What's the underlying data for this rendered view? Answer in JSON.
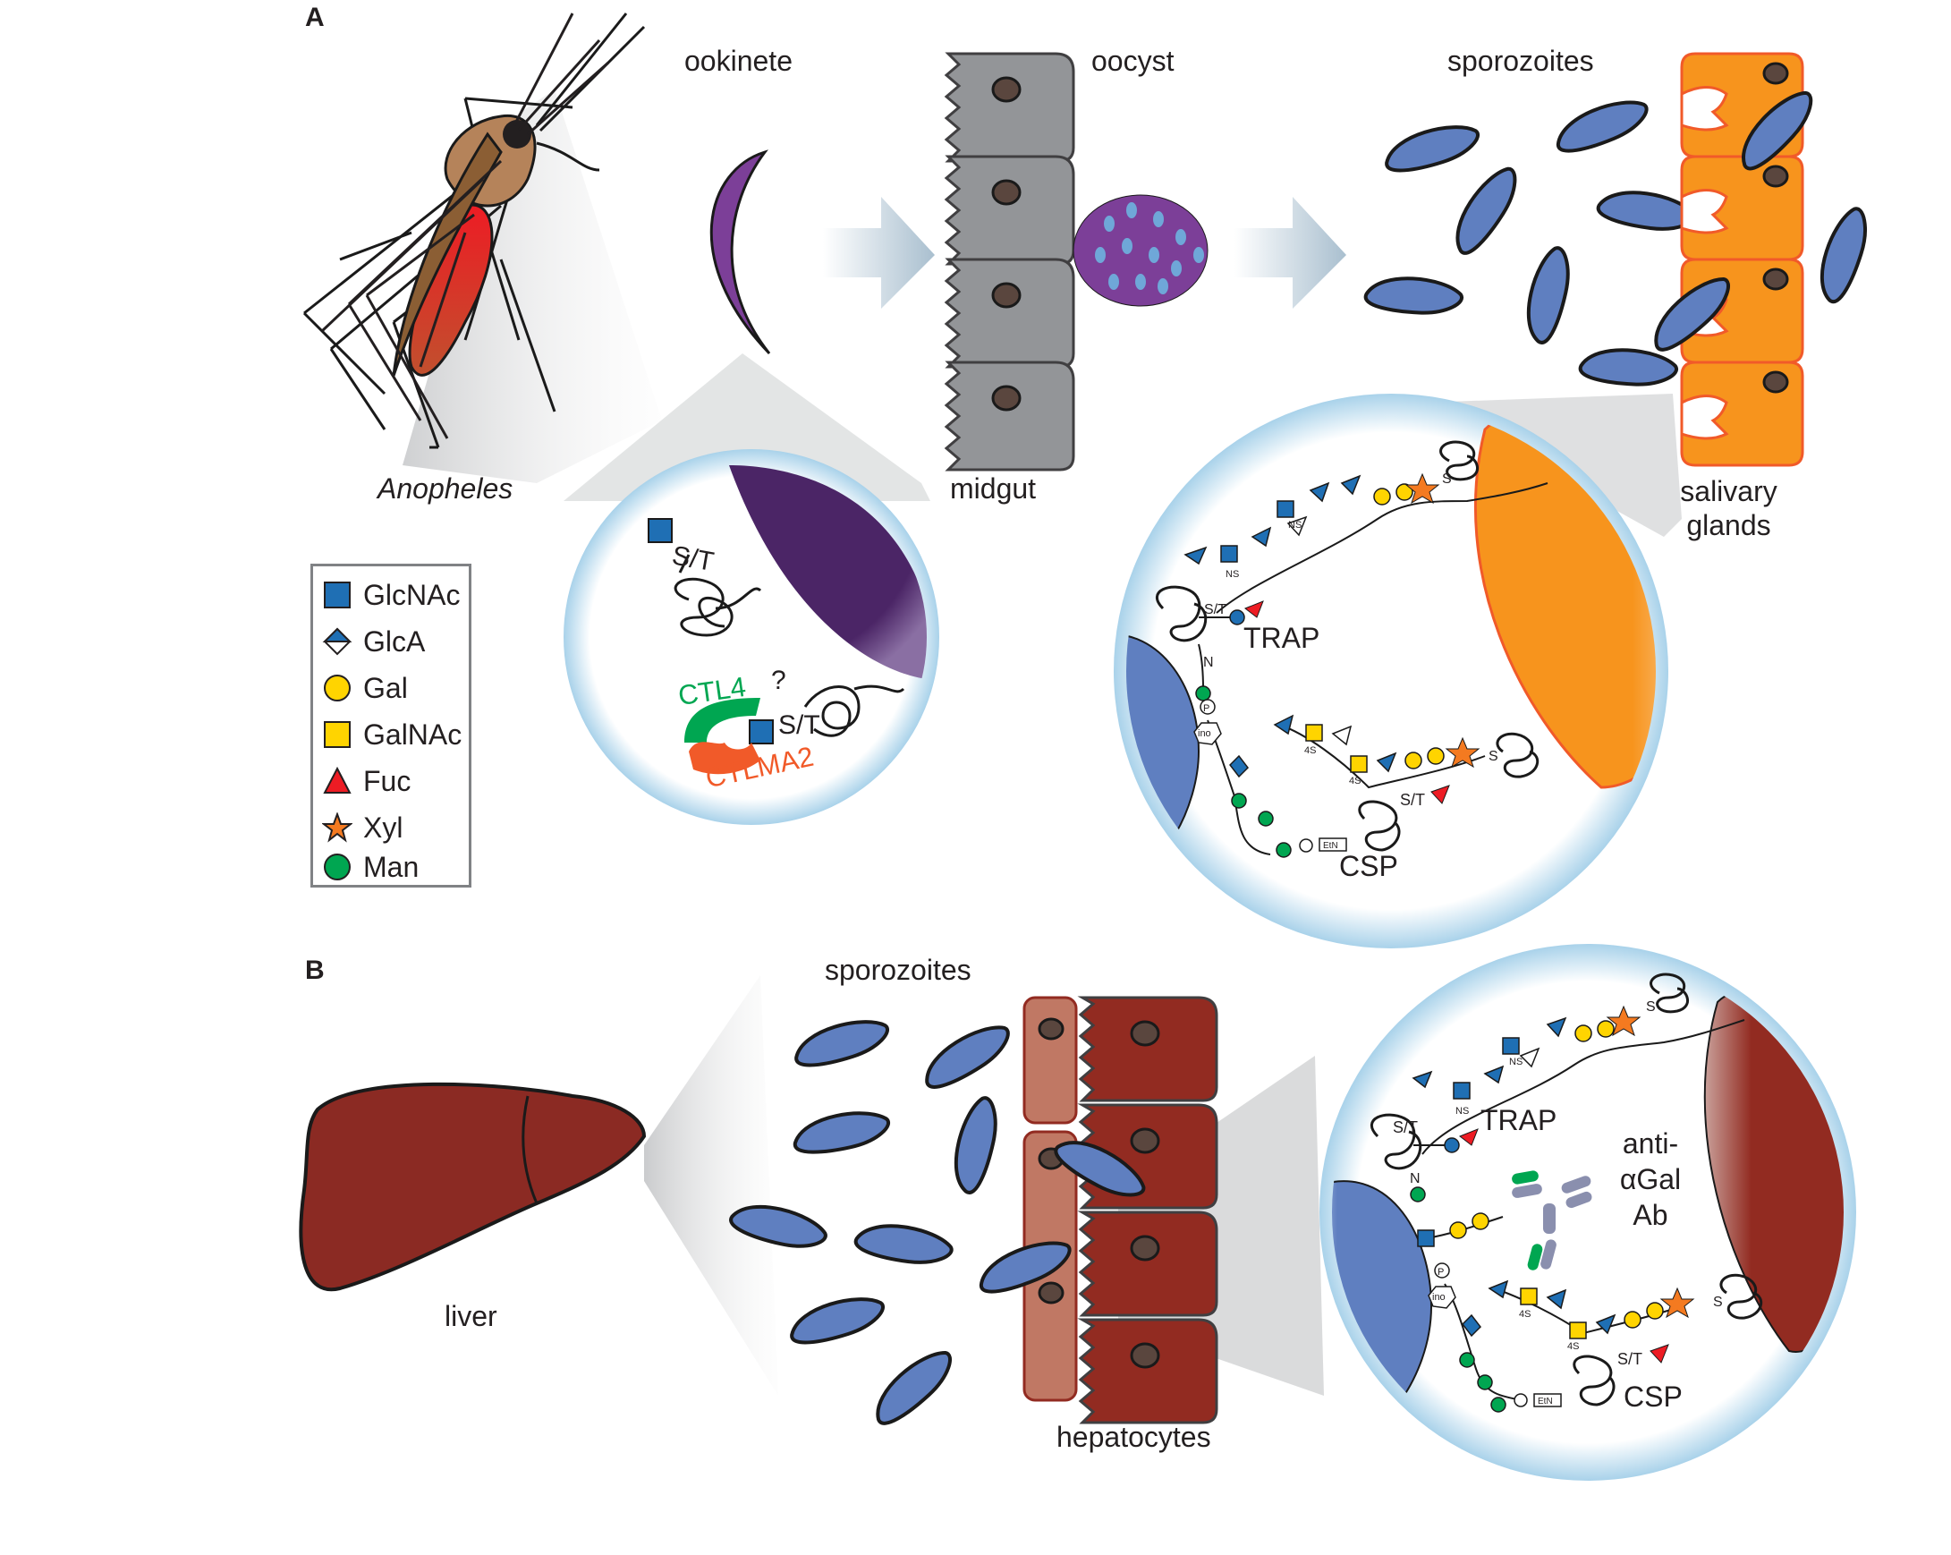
{
  "panels": {
    "a": "A",
    "b": "B"
  },
  "labels": {
    "mosquito": "Anopheles",
    "ookinete": "ookinete",
    "oocyst": "oocyst",
    "midgut": "midgut",
    "sporozoites_a": "sporozoites",
    "salivary_glands": "salivary glands",
    "sporozoites_b": "sporozoites",
    "liver": "liver",
    "hepatocytes": "hepatocytes",
    "ctl4": "CTL4",
    "ctlma2": "CTLMA2",
    "question": "?",
    "trap_a": "TRAP",
    "csp_a": "CSP",
    "trap_b": "TRAP",
    "csp_b": "CSP",
    "anti_agal": "anti-αGal Ab",
    "st": "S/T",
    "n": "N",
    "s": "S",
    "ns": "NS",
    "four_s": "4S",
    "p": "P",
    "ino": "ino",
    "etn": "EtN"
  },
  "legend": [
    {
      "label": "GlcNAc",
      "icon": "blue-square-icon",
      "color": "#1f6fb4"
    },
    {
      "label": "GlcA",
      "icon": "half-blue-diamond-icon",
      "color": "#1f6fb4"
    },
    {
      "label": "Gal",
      "icon": "yellow-circle-icon",
      "color": "#ffd400"
    },
    {
      "label": "GalNAc",
      "icon": "yellow-square-icon",
      "color": "#ffd400"
    },
    {
      "label": "Fuc",
      "icon": "red-triangle-icon",
      "color": "#ed1c24"
    },
    {
      "label": "Xyl",
      "icon": "orange-star-icon",
      "color": "#f47a20"
    },
    {
      "label": "Man",
      "icon": "green-circle-icon",
      "color": "#00a651"
    }
  ],
  "colors": {
    "ookinete": "#7c3f98",
    "ookinete_dark": "#4b2566",
    "sporozoite": "#5f7fc0",
    "salivary": "#f7941d",
    "midgut_cell": "#939598",
    "oocyst": "#7c3f98",
    "liver": "#8b2a23",
    "hepatocyte": "#922b21",
    "endothelial": "#c07864",
    "ctl4": "#00a651",
    "ctlma2": "#f15a29"
  }
}
